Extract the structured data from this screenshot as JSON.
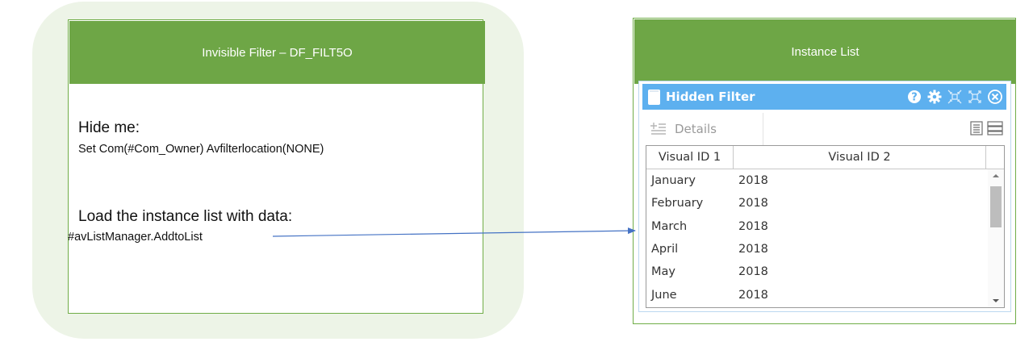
{
  "left_panel": {
    "title": "Invisible Filter – DF_FILT5O",
    "section1_heading": "Hide me:",
    "section1_code": "Set Com(#Com_Owner) Avfilterlocation(NONE)",
    "section2_heading": "Load the instance list with data:",
    "section2_code": "#avListManager.AddtoList"
  },
  "right_panel": {
    "title": "Instance List"
  },
  "widget": {
    "title": "Hidden Filter",
    "title_icons": [
      "help-icon",
      "gear-icon",
      "collapse-icon",
      "expand-icon",
      "close-icon"
    ],
    "toolbar": {
      "details_label": "Details",
      "details_icon": "details-icon",
      "right_icons": [
        "list-view-icon",
        "grid-view-icon"
      ]
    },
    "columns": [
      "Visual ID 1",
      "Visual ID 2"
    ],
    "rows": [
      {
        "id1": "January",
        "id2": "2018"
      },
      {
        "id1": "February",
        "id2": "2018"
      },
      {
        "id1": "March",
        "id2": "2018"
      },
      {
        "id1": "April",
        "id2": "2018"
      },
      {
        "id1": "May",
        "id2": "2018"
      },
      {
        "id1": "June",
        "id2": "2018"
      }
    ]
  },
  "colors": {
    "header_green": "#6ea646",
    "border_green": "#70ad47",
    "background_blob": "#edf4e7",
    "widget_titlebar_blue": "#5db0ef",
    "arrow_blue": "#4472c4"
  }
}
